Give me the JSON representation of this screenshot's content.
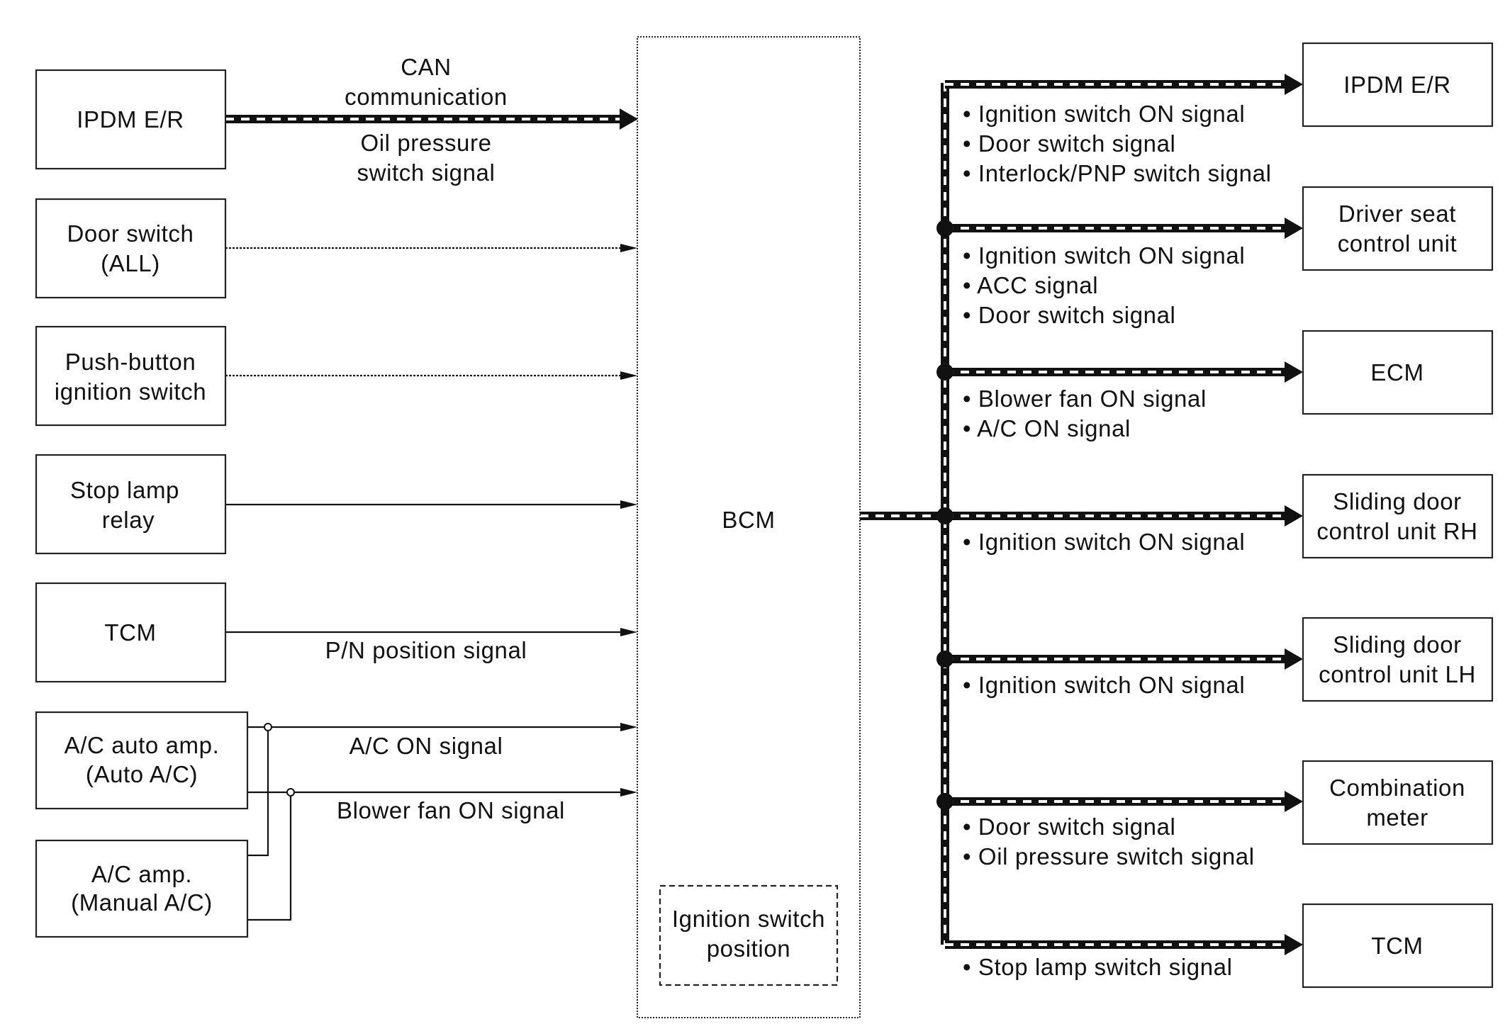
{
  "inputs": {
    "ipdm_er": "IPDM E/R",
    "door_switch": [
      "Door switch",
      "(ALL)"
    ],
    "push_button": [
      "Push-button",
      "ignition switch"
    ],
    "stop_lamp_relay": [
      "Stop lamp",
      "relay"
    ],
    "tcm": "TCM",
    "ac_auto_amp": [
      "A/C auto amp.",
      "(Auto A/C)"
    ],
    "ac_amp": [
      "A/C amp.",
      "(Manual A/C)"
    ]
  },
  "input_signals": {
    "can_label": [
      "CAN",
      "communication"
    ],
    "oil_pressure": [
      "Oil pressure",
      "switch signal"
    ],
    "pn_position": "P/N position signal",
    "ac_on": "A/C ON signal",
    "blower_fan_on": "Blower fan ON signal"
  },
  "bcm": {
    "label": "BCM",
    "ignition_position": [
      "Ignition switch",
      "position"
    ]
  },
  "outputs": {
    "ipdm_er": "IPDM E/R",
    "driver_seat": [
      "Driver seat",
      "control unit"
    ],
    "ecm": "ECM",
    "sliding_rh": [
      "Sliding door",
      "control unit RH"
    ],
    "sliding_lh": [
      "Sliding door",
      "control unit LH"
    ],
    "combination_meter": [
      "Combination",
      "meter"
    ],
    "tcm": "TCM"
  },
  "output_signals": {
    "ipdm_er": [
      "• Ignition switch ON signal",
      "• Door switch signal",
      "• Interlock/PNP switch signal"
    ],
    "driver_seat": [
      "• Ignition switch ON signal",
      "• ACC signal",
      "• Door switch signal"
    ],
    "ecm": [
      "• Blower fan ON signal",
      "• A/C ON signal"
    ],
    "sliding_rh": [
      "• Ignition switch ON signal"
    ],
    "sliding_lh": [
      "• Ignition switch ON signal"
    ],
    "combination_meter": [
      "• Door switch signal",
      "• Oil pressure switch signal"
    ],
    "tcm": [
      "• Stop lamp switch signal"
    ]
  }
}
